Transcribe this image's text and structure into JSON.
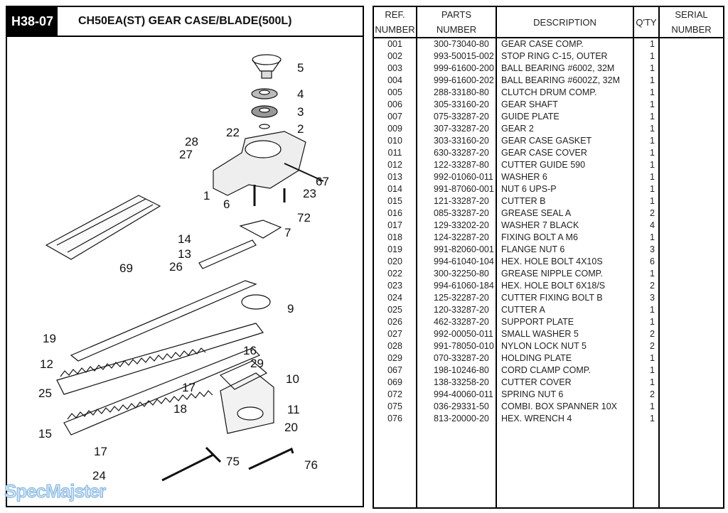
{
  "header": {
    "code": "H38-07",
    "title": "CH50EA(ST)  GEAR CASE/BLADE(500L)"
  },
  "watermark": "SpecMajster",
  "diagram": {
    "callouts": [
      "5",
      "4",
      "3",
      "2",
      "22",
      "28",
      "27",
      "67",
      "23",
      "1",
      "6",
      "72",
      "7",
      "14",
      "13",
      "69",
      "26",
      "9",
      "19",
      "16",
      "29",
      "12",
      "10",
      "25",
      "17",
      "18",
      "11",
      "20",
      "15",
      "17",
      "75",
      "76",
      "24"
    ]
  },
  "table": {
    "headers": {
      "ref": "REF.",
      "ref2": "NUMBER",
      "parts": "PARTS",
      "parts2": "NUMBER",
      "description": "DESCRIPTION",
      "qty": "Q'TY",
      "serial": "SERIAL",
      "serial2": "NUMBER"
    },
    "rows": [
      {
        "ref": "001",
        "part": "300-73040-80",
        "desc": "GEAR CASE COMP.",
        "qty": "1"
      },
      {
        "ref": "002",
        "part": "993-50015-002",
        "desc": "STOP RING C-15, OUTER",
        "qty": "1"
      },
      {
        "ref": "003",
        "part": "999-61600-200",
        "desc": "BALL BEARING #6002, 32M",
        "qty": "1"
      },
      {
        "ref": "004",
        "part": "999-61600-202",
        "desc": "BALL BEARING #6002Z, 32M",
        "qty": "1"
      },
      {
        "ref": "005",
        "part": "288-33180-80",
        "desc": "CLUTCH DRUM COMP.",
        "qty": "1"
      },
      {
        "ref": "006",
        "part": "305-33160-20",
        "desc": "GEAR SHAFT",
        "qty": "1"
      },
      {
        "ref": "007",
        "part": "075-33287-20",
        "desc": "GUIDE PLATE",
        "qty": "1"
      },
      {
        "ref": "009",
        "part": "307-33287-20",
        "desc": "GEAR 2",
        "qty": "1"
      },
      {
        "ref": "010",
        "part": "303-33160-20",
        "desc": "GEAR CASE GASKET",
        "qty": "1"
      },
      {
        "ref": "011",
        "part": "630-33287-20",
        "desc": "GEAR CASE COVER",
        "qty": "1"
      },
      {
        "ref": "012",
        "part": "122-33287-80",
        "desc": "CUTTER GUIDE 590",
        "qty": "1"
      },
      {
        "ref": "013",
        "part": "992-01060-011",
        "desc": "WASHER 6",
        "qty": "1"
      },
      {
        "ref": "014",
        "part": "991-87060-001",
        "desc": "NUT 6 UPS-P",
        "qty": "1"
      },
      {
        "ref": "015",
        "part": "121-33287-20",
        "desc": "CUTTER B",
        "qty": "1"
      },
      {
        "ref": "016",
        "part": "085-33287-20",
        "desc": "GREASE SEAL A",
        "qty": "2"
      },
      {
        "ref": "017",
        "part": "129-33202-20",
        "desc": "WASHER 7 BLACK",
        "qty": "4"
      },
      {
        "ref": "018",
        "part": "124-32287-20",
        "desc": "FIXING BOLT A M6",
        "qty": "1"
      },
      {
        "ref": "019",
        "part": "991-82060-001",
        "desc": "FLANGE NUT 6",
        "qty": "3"
      },
      {
        "ref": "020",
        "part": "994-61040-104",
        "desc": "HEX. HOLE BOLT 4X10S",
        "qty": "6"
      },
      {
        "ref": "022",
        "part": "300-32250-80",
        "desc": "GREASE NIPPLE COMP.",
        "qty": "1"
      },
      {
        "ref": "023",
        "part": "994-61060-184",
        "desc": "HEX. HOLE BOLT 6X18/S",
        "qty": "2"
      },
      {
        "ref": "024",
        "part": "125-32287-20",
        "desc": "CUTTER FIXING BOLT B",
        "qty": "3"
      },
      {
        "ref": "025",
        "part": "120-33287-20",
        "desc": "CUTTER A",
        "qty": "1"
      },
      {
        "ref": "026",
        "part": "462-33287-20",
        "desc": "SUPPORT PLATE",
        "qty": "1"
      },
      {
        "ref": "027",
        "part": "992-00050-011",
        "desc": "SMALL WASHER 5",
        "qty": "2"
      },
      {
        "ref": "028",
        "part": "991-78050-010",
        "desc": "NYLON LOCK NUT 5",
        "qty": "2"
      },
      {
        "ref": "029",
        "part": "070-33287-20",
        "desc": "HOLDING PLATE",
        "qty": "1"
      },
      {
        "ref": "067",
        "part": "198-10246-80",
        "desc": "CORD CLAMP COMP.",
        "qty": "1"
      },
      {
        "ref": "069",
        "part": "138-33258-20",
        "desc": "CUTTER COVER",
        "qty": "1"
      },
      {
        "ref": "072",
        "part": "994-40060-011",
        "desc": "SPRING NUT 6",
        "qty": "2"
      },
      {
        "ref": "075",
        "part": "036-29331-50",
        "desc": "COMBI. BOX SPANNER 10X",
        "qty": "1"
      },
      {
        "ref": "076",
        "part": "813-20000-20",
        "desc": "HEX. WRENCH 4",
        "qty": "1"
      }
    ]
  }
}
